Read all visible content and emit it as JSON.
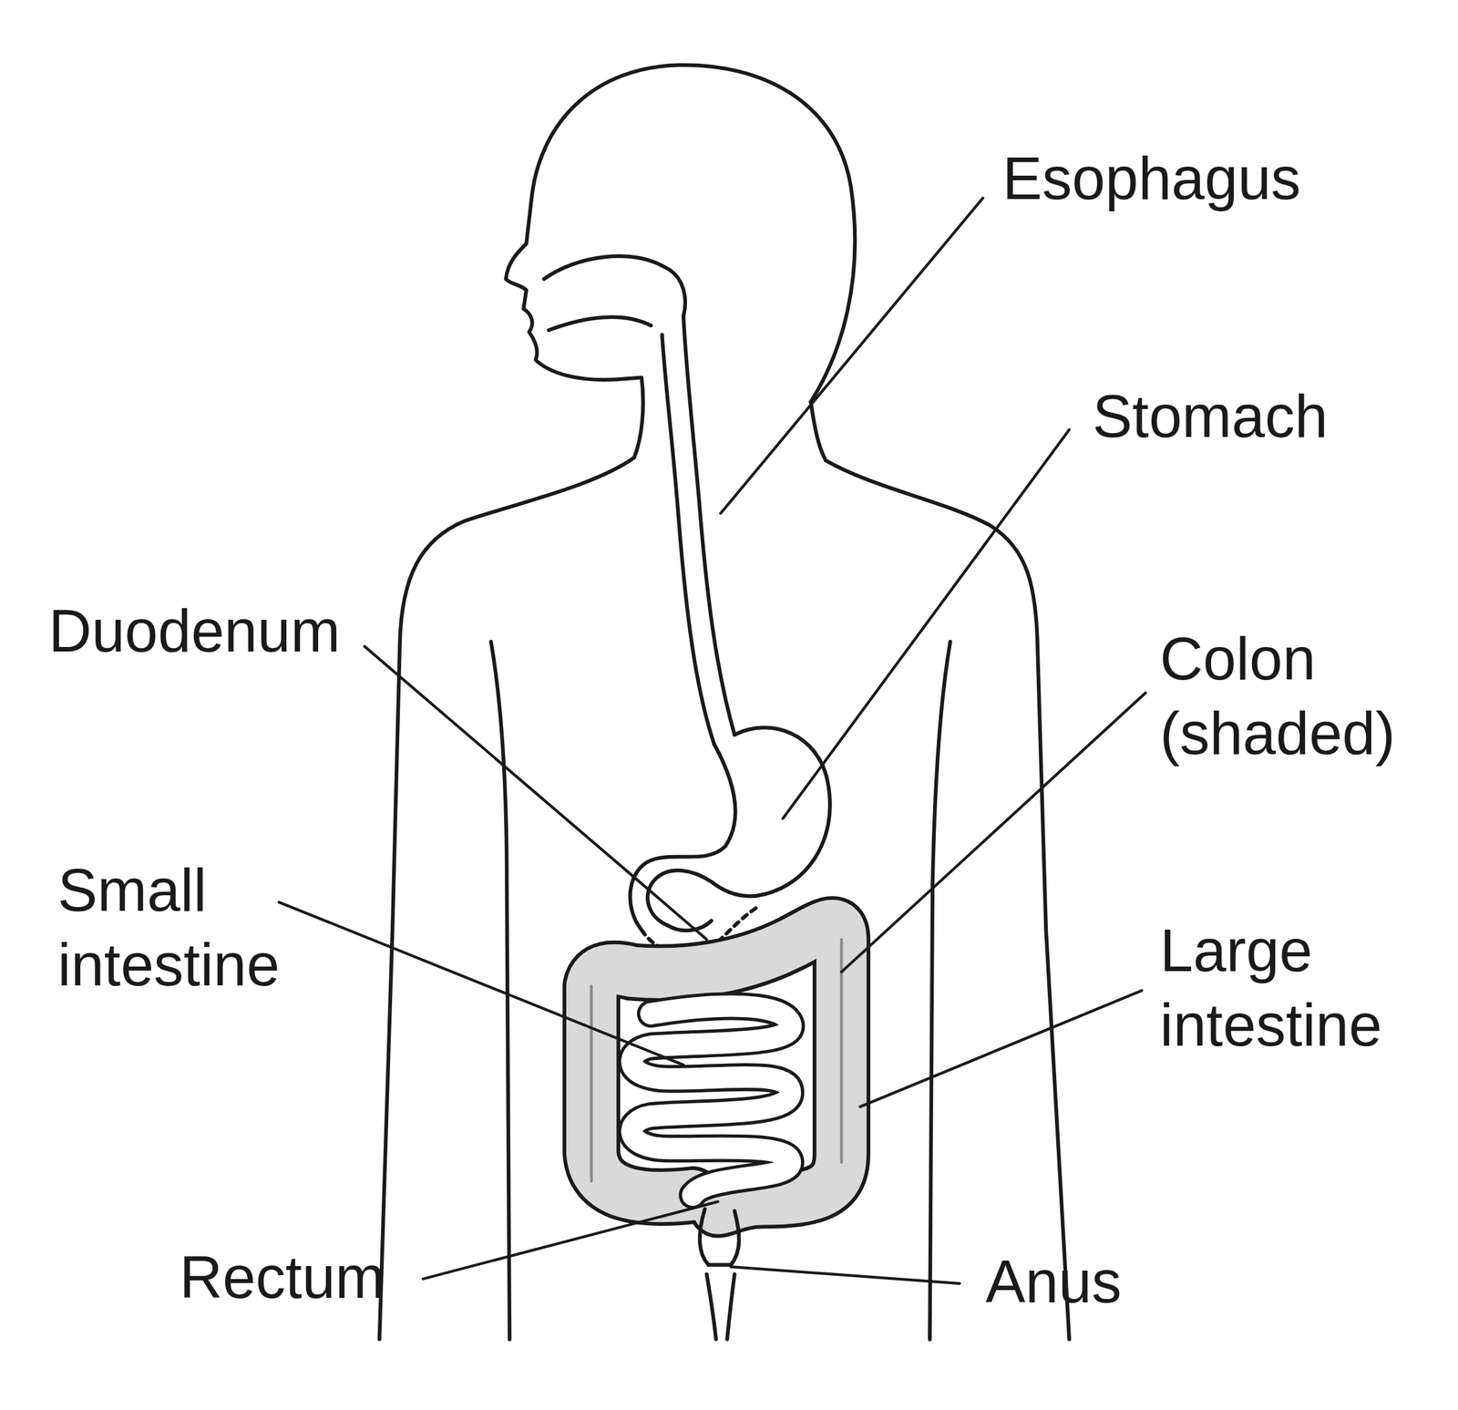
{
  "diagram": {
    "labels": [
      "Esophagus",
      "Stomach",
      "Duodenum",
      "Colon (shaded)",
      "Small intestine",
      "Large intestine",
      "Rectum",
      "Anus"
    ]
  }
}
